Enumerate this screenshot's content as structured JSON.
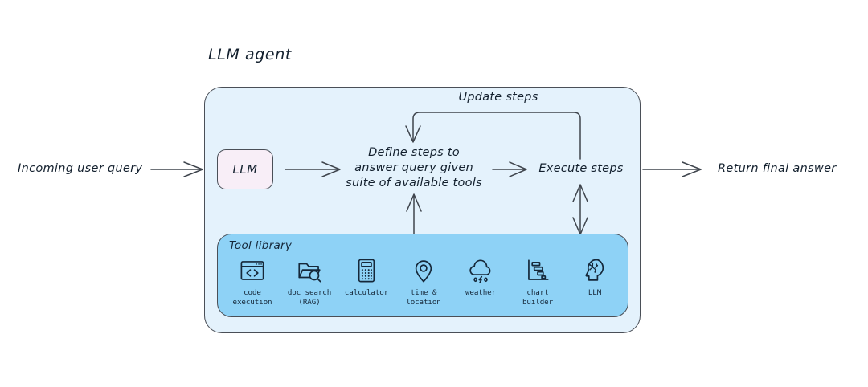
{
  "diagram": {
    "title": "LLM agent",
    "nodes": {
      "llm_box": "LLM",
      "define_steps": "Define steps to\nanswer query given\nsuite of available tools",
      "execute_steps": "Execute steps",
      "update_steps": "Update steps"
    },
    "edge_labels": {
      "incoming": "Incoming user query",
      "outgoing": "Return final answer"
    },
    "tool_library": {
      "title": "Tool library",
      "tools": [
        {
          "icon": "code-execution-icon",
          "label": "code\nexecution"
        },
        {
          "icon": "doc-search-icon",
          "label": "doc search\n(RAG)"
        },
        {
          "icon": "calculator-icon",
          "label": "calculator"
        },
        {
          "icon": "location-pin-icon",
          "label": "time &\nlocation"
        },
        {
          "icon": "weather-cloud-icon",
          "label": "weather"
        },
        {
          "icon": "chart-builder-icon",
          "label": "chart\nbuilder"
        },
        {
          "icon": "llm-head-icon",
          "label": "LLM"
        }
      ]
    },
    "colors": {
      "panel_fill": "#e4f2fc",
      "tool_library_fill": "#8ed2f6",
      "llm_box_fill": "#f8eef7",
      "stroke": "#4a4f57",
      "text": "#13202e",
      "background": "#ffffff"
    }
  }
}
